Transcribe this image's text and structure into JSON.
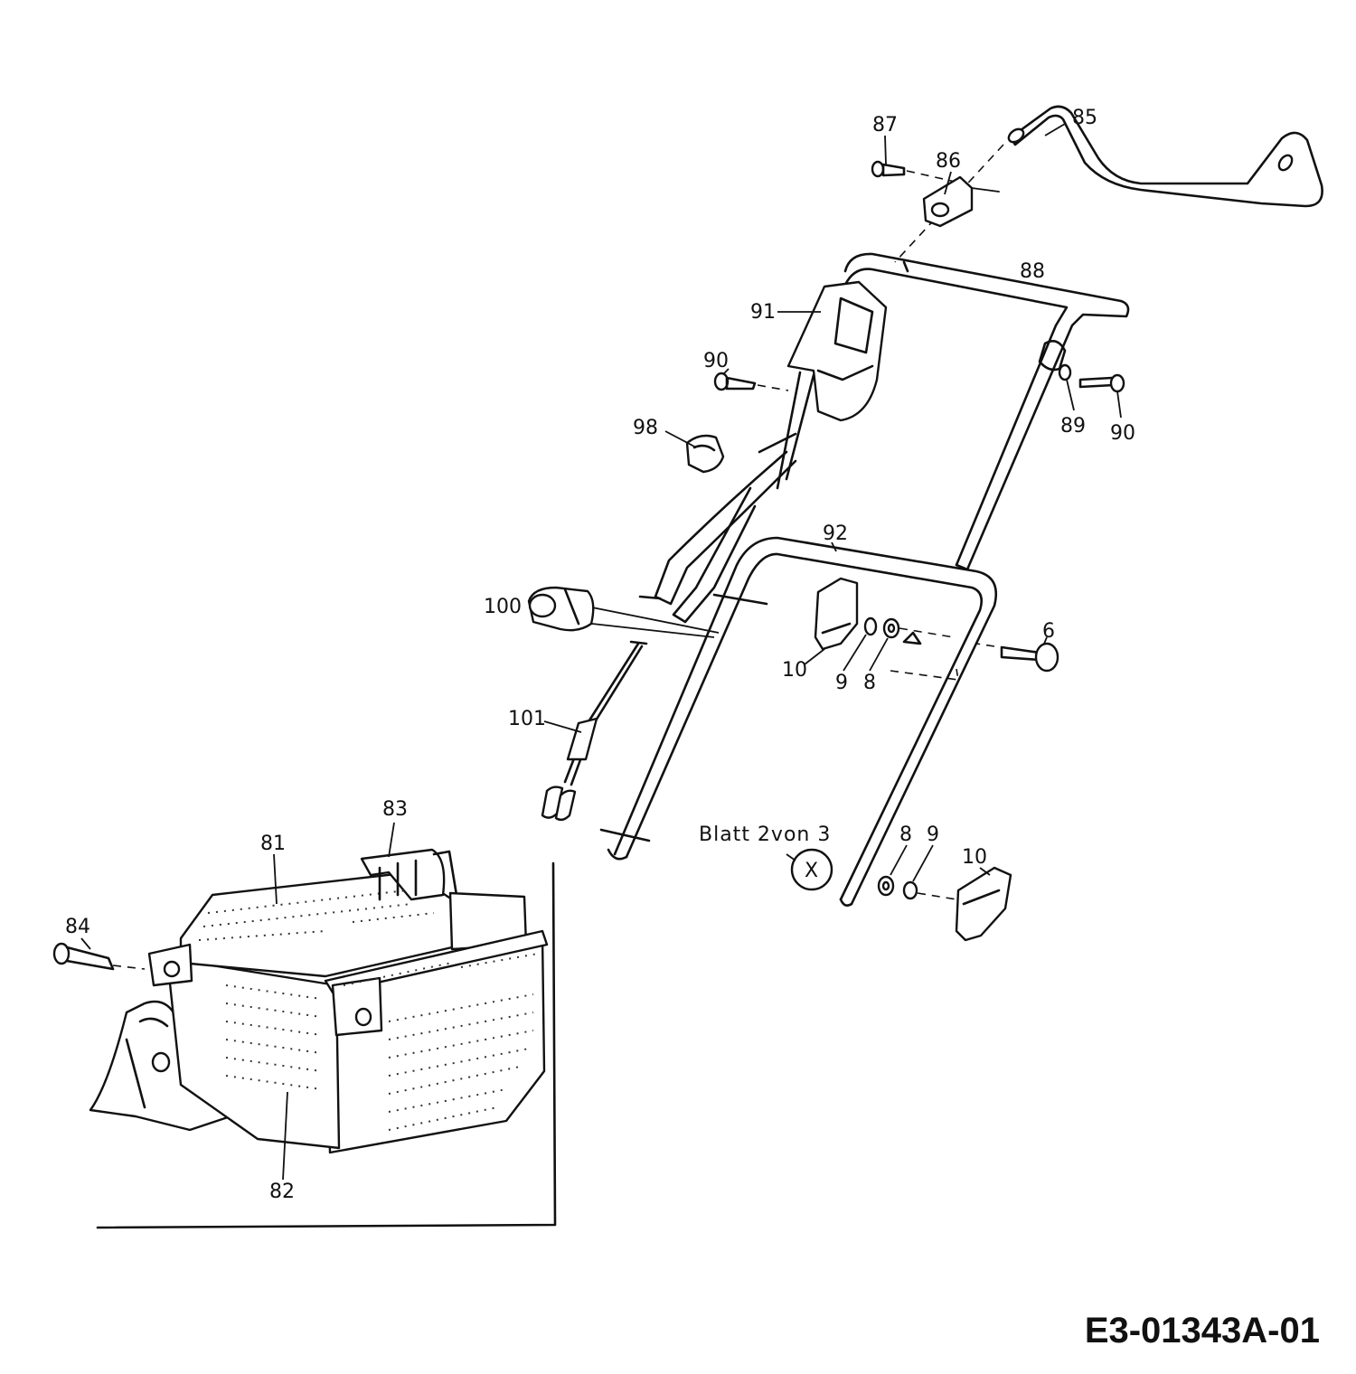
{
  "callouts": [
    {
      "id": "p85",
      "text": "85"
    },
    {
      "id": "p87",
      "text": "87"
    },
    {
      "id": "p86",
      "text": "86"
    },
    {
      "id": "p88",
      "text": "88"
    },
    {
      "id": "p91",
      "text": "91"
    },
    {
      "id": "p90a",
      "text": "90"
    },
    {
      "id": "p89",
      "text": "89"
    },
    {
      "id": "p90b",
      "text": "90"
    },
    {
      "id": "p98",
      "text": "98"
    },
    {
      "id": "p92",
      "text": "92"
    },
    {
      "id": "p100",
      "text": "100"
    },
    {
      "id": "p6",
      "text": "6"
    },
    {
      "id": "p10a",
      "text": "10"
    },
    {
      "id": "p9a",
      "text": "9"
    },
    {
      "id": "p8a",
      "text": "8"
    },
    {
      "id": "p101",
      "text": "101"
    },
    {
      "id": "p83",
      "text": "83"
    },
    {
      "id": "p81",
      "text": "81"
    },
    {
      "id": "p84",
      "text": "84"
    },
    {
      "id": "p82",
      "text": "82"
    },
    {
      "id": "p8b",
      "text": "8"
    },
    {
      "id": "p9b",
      "text": "9"
    },
    {
      "id": "p10b",
      "text": "10"
    }
  ],
  "sheet_reference": {
    "text": "Blatt 2von 3",
    "marker": "X"
  },
  "drawing_number": "E3-01343A-01"
}
